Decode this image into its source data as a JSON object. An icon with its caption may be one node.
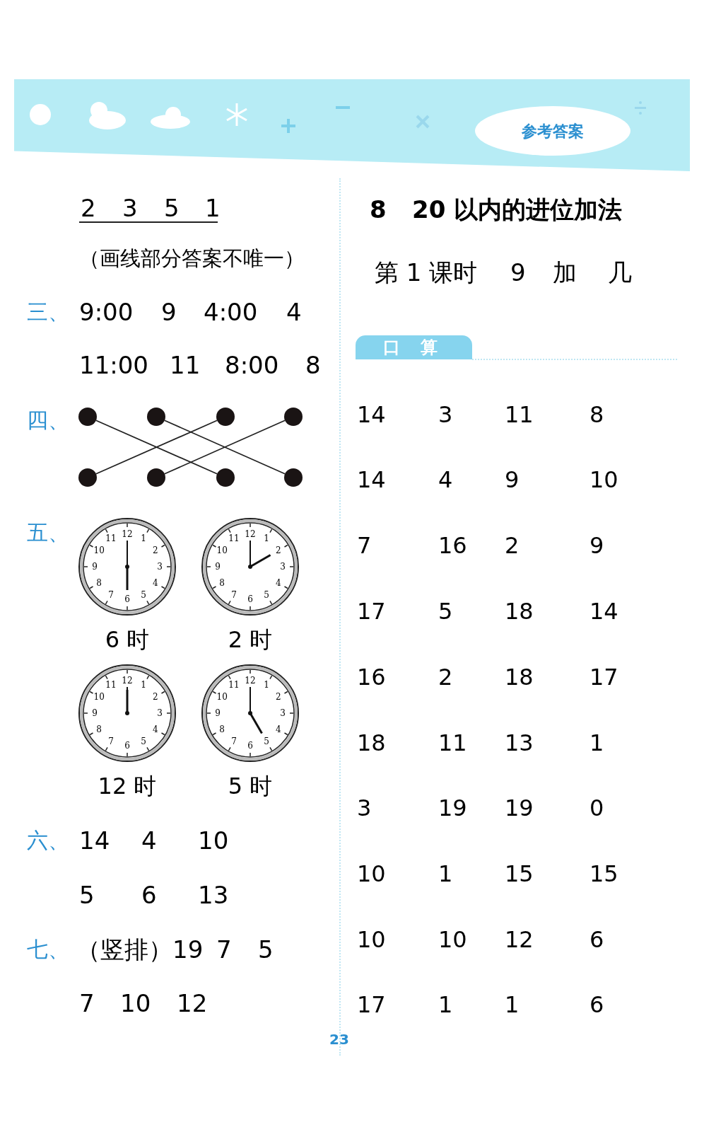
{
  "diagram": {
    "nodes": [
      {
        "text": [
          "参考答案"
        ]
      },
      {
        "text": [
          "口 算"
        ]
      },
      {
        "text": [],
        "shape": "circle"
      },
      {
        "text": [],
        "shape": "circle"
      },
      {
        "text": [],
        "shape": "circle"
      },
      {
        "text": [],
        "shape": "circle"
      },
      {
        "text": [],
        "shape": "circle"
      },
      {
        "text": [],
        "shape": "circle"
      },
      {
        "text": [],
        "shape": "circle"
      },
      {
        "text": [],
        "shape": "circle"
      },
      {
        "text": [
          "12",
          "1",
          "2",
          "3",
          "4",
          "5",
          "6",
          "7",
          "8",
          "9",
          "10",
          "11"
        ],
        "beside": [
          "6 时"
        ]
      },
      {
        "text": [
          "12",
          "1",
          "2",
          "3",
          "4",
          "5",
          "6",
          "7",
          "8",
          "9",
          "10",
          "11"
        ],
        "beside": [
          "2 时"
        ]
      },
      {
        "text": [
          "12",
          "1",
          "2",
          "3",
          "4",
          "5",
          "6",
          "7",
          "8",
          "9",
          "10",
          "11"
        ],
        "beside": [
          "12 时"
        ]
      },
      {
        "text": [
          "12",
          "1",
          "2",
          "3",
          "4",
          "5",
          "6",
          "7",
          "8",
          "9",
          "10",
          "11"
        ],
        "beside": [
          "5 时"
        ]
      }
    ],
    "edges": [
      {
        "from": 2,
        "to": 8,
        "arrow": "none"
      },
      {
        "from": 6,
        "to": 4,
        "arrow": "none"
      },
      {
        "from": 3,
        "to": 9,
        "arrow": "none"
      },
      {
        "from": 7,
        "to": 5,
        "arrow": "none"
      }
    ],
    "labels": [
      "2",
      "3",
      "5",
      "1",
      "（画线部分答案不唯一）",
      "三、",
      "9:00",
      "9",
      "4:00",
      "4",
      "11:00",
      "11",
      "8:00",
      "8",
      "四、",
      "五、",
      "六、",
      "14",
      "4",
      "10",
      "5",
      "6",
      "13",
      "七、",
      "（竖排）19",
      "7",
      "5",
      "7",
      "10",
      "12",
      "8",
      "20 以内的进位加法",
      "第 1 课时",
      "9",
      "加",
      "几",
      "14",
      "3",
      "11",
      "8",
      "14",
      "4",
      "9",
      "10",
      "7",
      "16",
      "2",
      "9",
      "17",
      "5",
      "18",
      "14",
      "16",
      "2",
      "18",
      "17",
      "18",
      "11",
      "13",
      "1",
      "3",
      "19",
      "19",
      "0",
      "10",
      "1",
      "15",
      "15",
      "10",
      "10",
      "12",
      "6",
      "17",
      "1",
      "1",
      "6",
      "23"
    ]
  }
}
